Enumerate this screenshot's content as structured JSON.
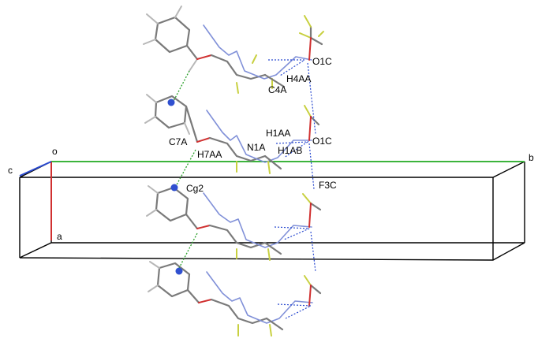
{
  "figure": {
    "axis_labels": {
      "origin": "o",
      "a": "a",
      "b": "b",
      "c": "c"
    },
    "atom_labels": [
      "O1C",
      "H4AA",
      "C4A",
      "H1AA",
      "O1C",
      "C7A",
      "H7AA",
      "N1A",
      "H1AB",
      "F3C",
      "Cg2"
    ],
    "colors": {
      "a_axis": "#d03030",
      "b_axis": "#3cb43c",
      "c_axis": "#2a4ad0",
      "carbon": "#7a7a7a",
      "hydrogen": "#b7b7b7",
      "nitrogen": "#8090d8",
      "oxygen": "#d03030",
      "fluorine": "#c8d040",
      "hbond": "#2a4ad0",
      "pi_contact": "#2aa02a",
      "centroid": "#3050d0"
    }
  }
}
